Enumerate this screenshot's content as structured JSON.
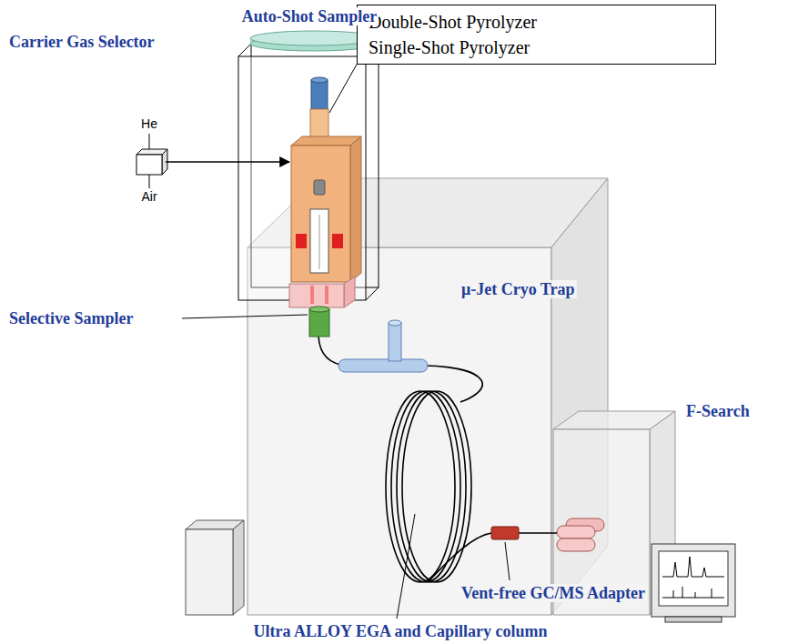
{
  "diagram": {
    "nodes": [
      {
        "text": [
          "Double-Shot Pyrolyzer",
          "Single-Shot Pyrolyzer"
        ]
      }
    ],
    "labels": [
      "Auto-Shot Sampler",
      "Carrier Gas Selector",
      "He",
      "Air",
      "μ-Jet Cryo Trap",
      "Selective Sampler",
      "F-Search",
      "Vent-free GC/MS Adapter",
      "Ultra ALLOY EGA and Capillary column"
    ]
  }
}
